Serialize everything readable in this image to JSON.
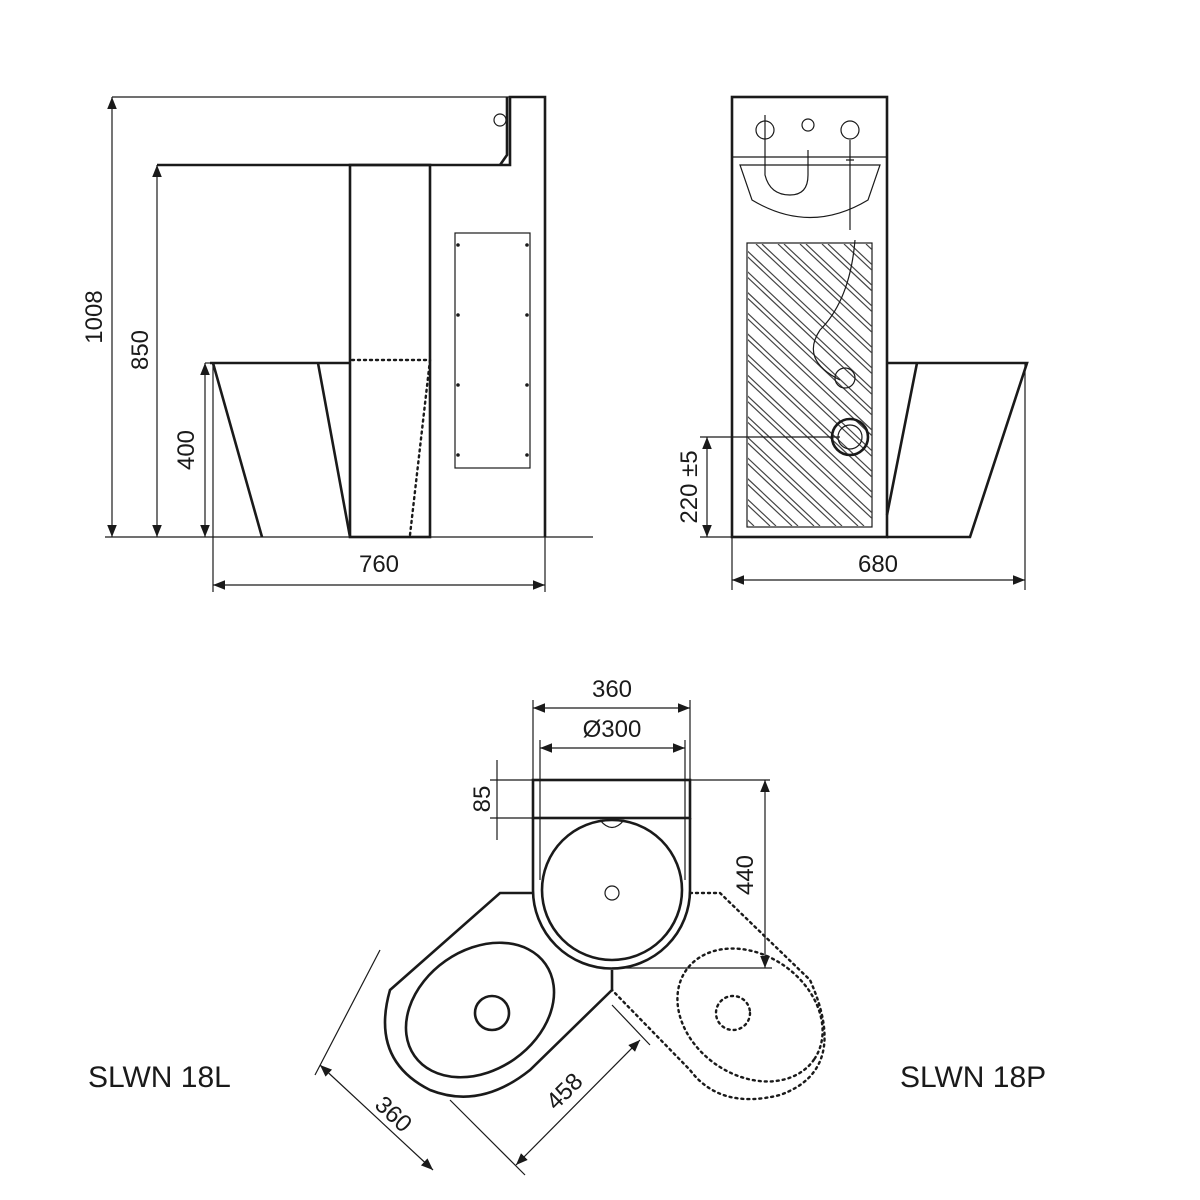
{
  "side_view": {
    "dim_total_height": "1008",
    "dim_cistern_height": "850",
    "dim_seat_height": "400",
    "dim_depth": "760"
  },
  "front_view": {
    "dim_outlet_height": "220 ±5",
    "dim_width": "680"
  },
  "top_view": {
    "dim_tank_width": "360",
    "dim_basin_diameter": "Ø300",
    "dim_tank_depth": "85",
    "dim_basin_depth": "440",
    "dim_bowl_width": "360",
    "dim_bowl_length": "458"
  },
  "models": {
    "left": "SLWN 18L",
    "right": "SLWN 18P"
  }
}
